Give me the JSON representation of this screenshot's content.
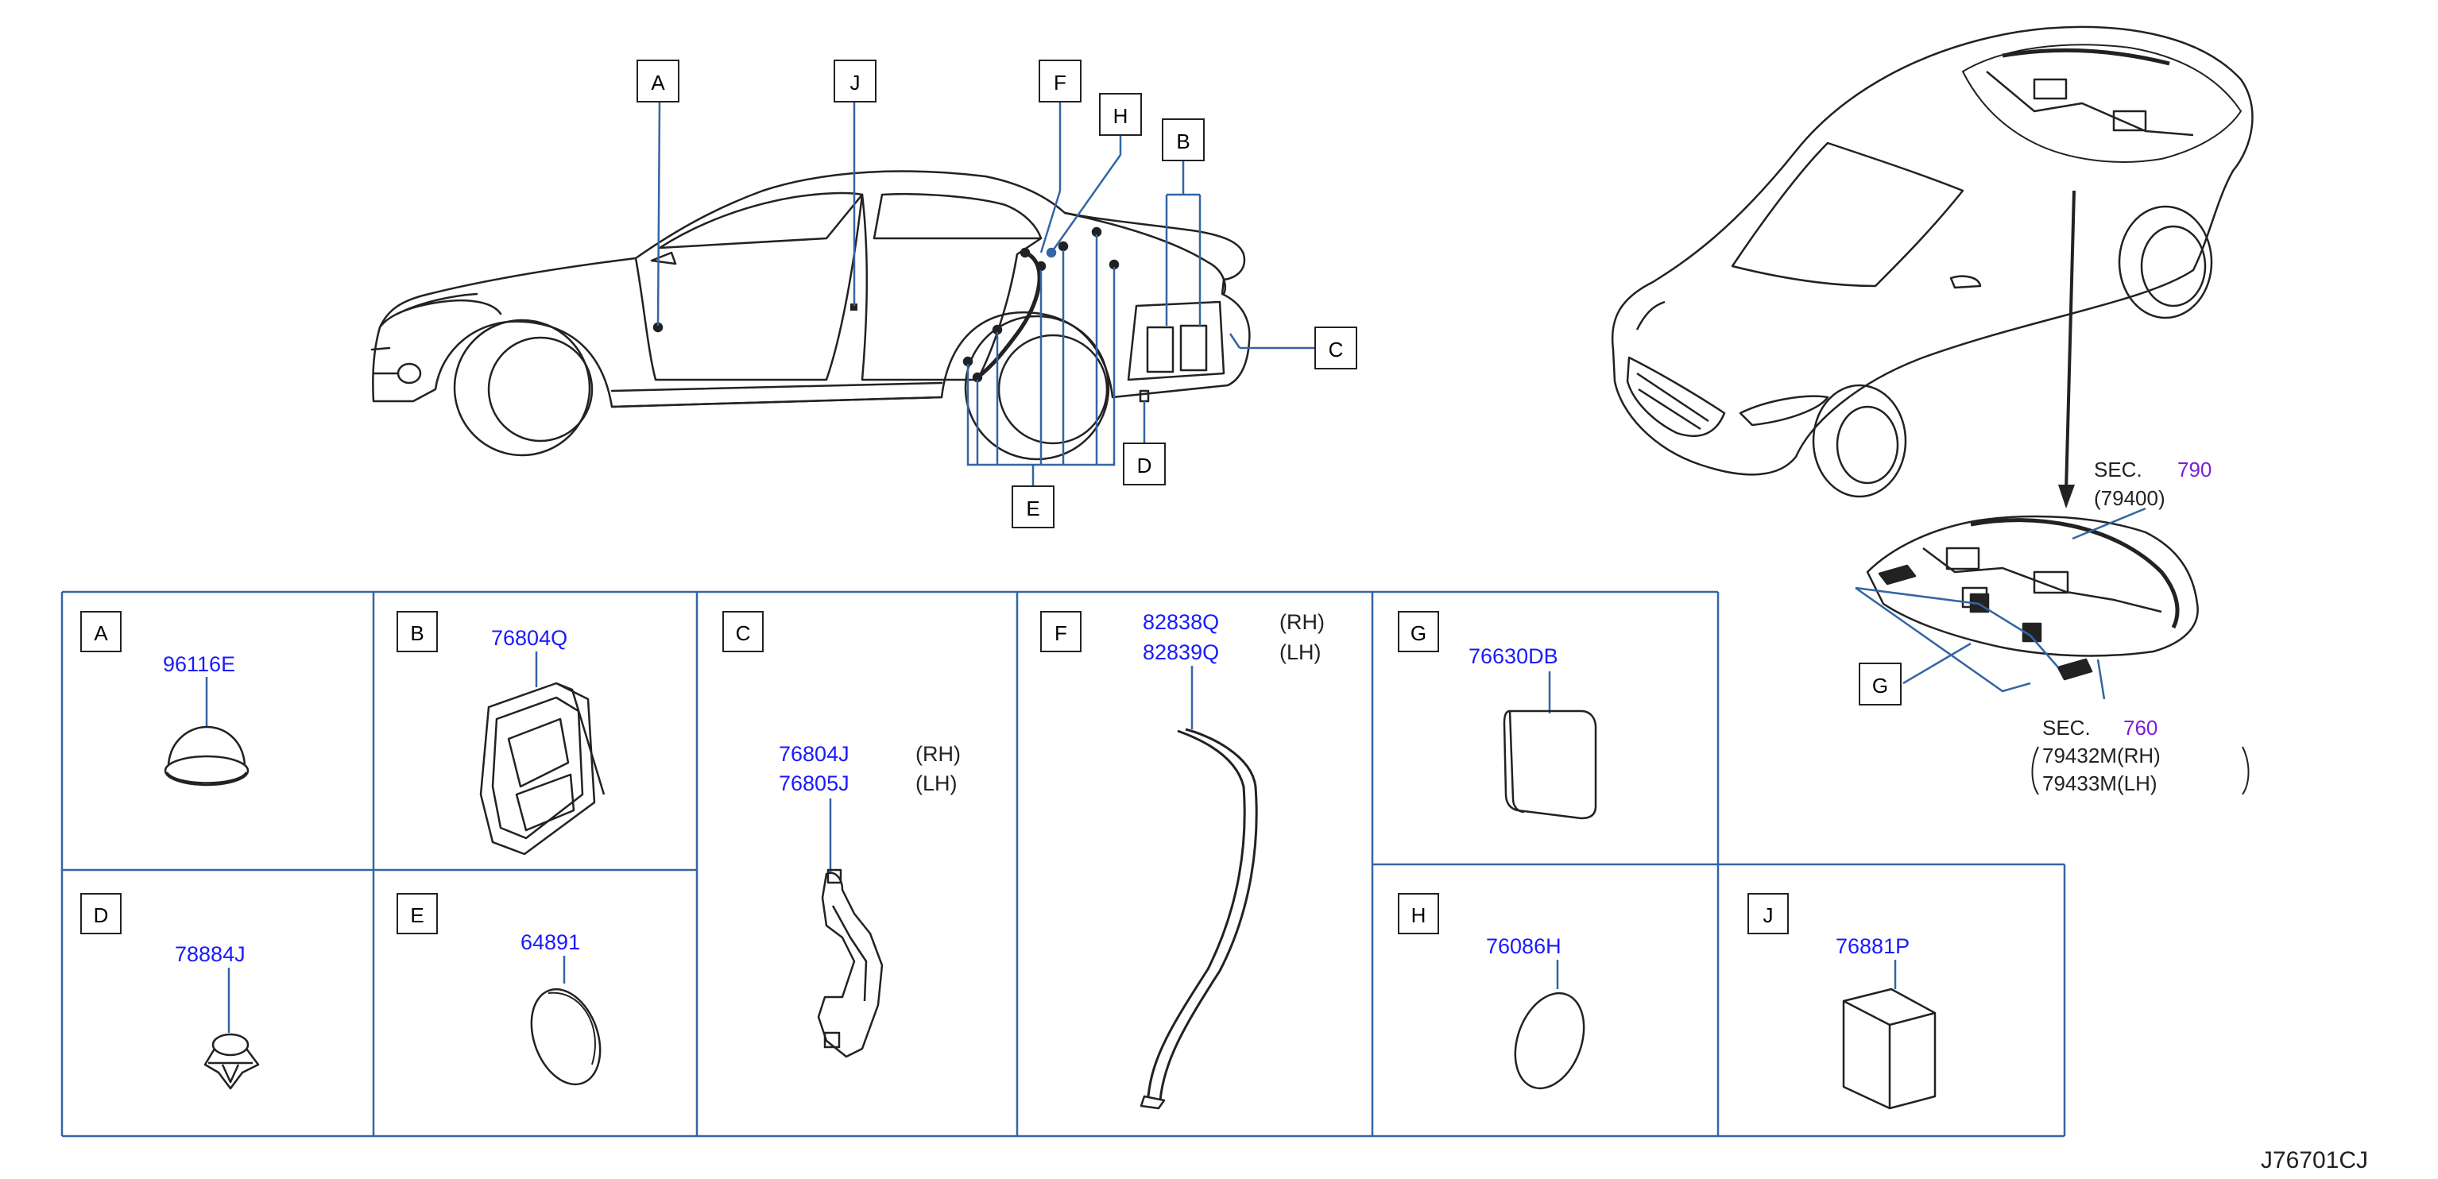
{
  "drawing_id": "J76701CJ",
  "colors": {
    "line": "#222222",
    "callout": "#3465a4",
    "part_number": "#1a1aff",
    "section_ref": "#7a1fd8",
    "grid": "#3465a4"
  },
  "side_view_callouts": [
    "A",
    "J",
    "F",
    "H",
    "B",
    "C",
    "D",
    "E"
  ],
  "section_refs": [
    {
      "prefix": "SEC.",
      "number": "790",
      "sub": "(79400)"
    },
    {
      "prefix": "SEC.",
      "number": "760",
      "sub1": "79432M(RH)",
      "sub2": "79433M(LH)"
    }
  ],
  "g_callout": "G",
  "cells": {
    "A": {
      "letter": "A",
      "parts": [
        "96116E"
      ]
    },
    "B": {
      "letter": "B",
      "parts": [
        "76804Q"
      ]
    },
    "C": {
      "letter": "C",
      "parts": [
        "76804J",
        "76805J"
      ],
      "sides": [
        "(RH)",
        "(LH)"
      ]
    },
    "D": {
      "letter": "D",
      "parts": [
        "78884J"
      ]
    },
    "E": {
      "letter": "E",
      "parts": [
        "64891"
      ]
    },
    "F": {
      "letter": "F",
      "parts": [
        "82838Q",
        "82839Q"
      ],
      "sides": [
        "(RH)",
        "(LH)"
      ]
    },
    "G": {
      "letter": "G",
      "parts": [
        "76630DB"
      ]
    },
    "H": {
      "letter": "H",
      "parts": [
        "76086H"
      ]
    },
    "J": {
      "letter": "J",
      "parts": [
        "76881P"
      ]
    }
  }
}
